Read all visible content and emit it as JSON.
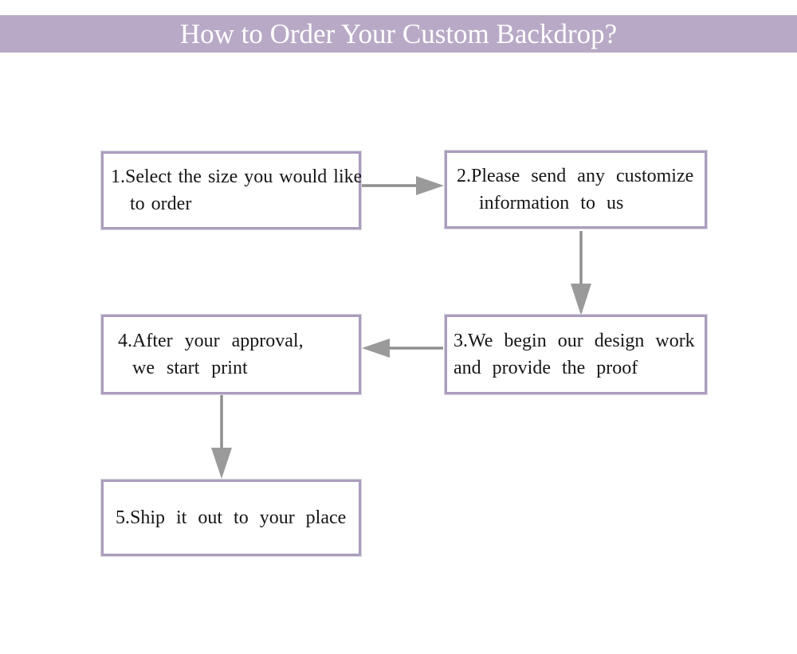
{
  "banner": {
    "title": "How to Order Your Custom Backdrop?",
    "bg_color": "#b8aac6",
    "text_color": "#ffffff"
  },
  "flowchart": {
    "box_border_color": "#ab9dbe",
    "box_text_color": "#161616",
    "arrow_color": "#949494",
    "steps": [
      {
        "name": "step-1",
        "line1": "1.Select the size you would like",
        "line2": "to order"
      },
      {
        "name": "step-2",
        "line1": "2.Please send any customize",
        "line2": "information to us"
      },
      {
        "name": "step-3",
        "line1": "3.We begin our design work",
        "line2": "and provide the proof"
      },
      {
        "name": "step-4",
        "line1": "4.After your approval,",
        "line2": "we start print"
      },
      {
        "name": "step-5",
        "line1": "5.Ship it out to your place"
      }
    ],
    "arrows": [
      {
        "name": "arrow-step1-to-step2",
        "direction": "right"
      },
      {
        "name": "arrow-step2-to-step3",
        "direction": "down"
      },
      {
        "name": "arrow-step3-to-step4",
        "direction": "left"
      },
      {
        "name": "arrow-step4-to-step5",
        "direction": "down"
      }
    ]
  }
}
